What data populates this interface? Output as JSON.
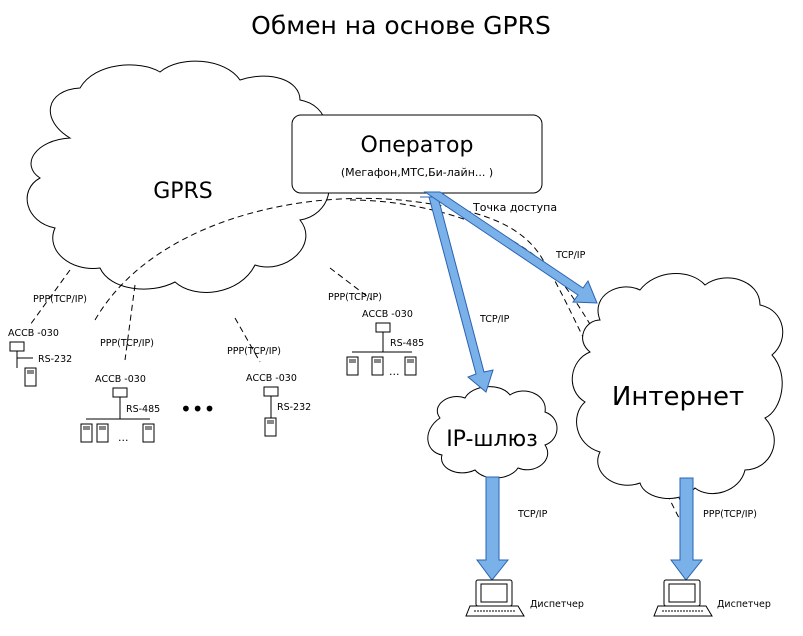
{
  "title": "Обмен на основе GPRS",
  "gprs": {
    "label": "GPRS"
  },
  "operator": {
    "label": "Оператор",
    "sub": "(Мегафон,МТС,Би-лайн... )"
  },
  "access_point": "Точка доступа",
  "gateway": {
    "label": "IP-шлюз"
  },
  "internet": {
    "label": "Интернет"
  },
  "protocols": {
    "tcpip": "TCP/IP",
    "ppp": "PPP(TCP/IP)"
  },
  "devices": {
    "model": "АССВ -030",
    "rs232": "RS-232",
    "rs485": "RS-485",
    "ellipsis": "..."
  },
  "more": "•••",
  "dispatcher": "Диспетчер"
}
